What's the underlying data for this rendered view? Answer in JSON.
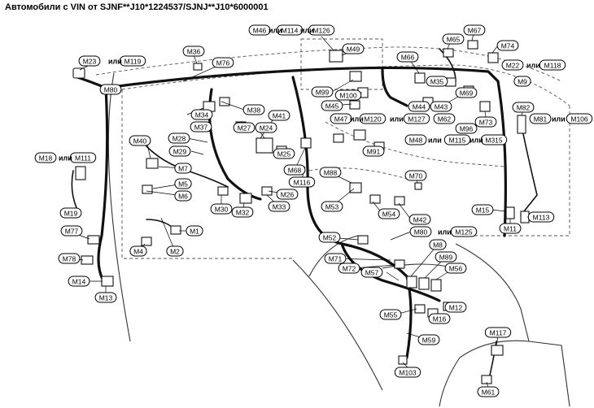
{
  "title": "Автомобили с VIN от SJNF**J10*1224537/SJNJ**J10*6000001",
  "or_word": "или",
  "labels": {
    "M46": "M46",
    "M114": "M114",
    "M126": "M126",
    "M67": "M67",
    "M65": "M65",
    "M74": "M74",
    "M36": "M36",
    "M76": "M76",
    "M23": "M23",
    "M119": "M119",
    "M49": "M49",
    "M66": "M66",
    "M22": "M22",
    "M118": "M118",
    "M35": "M35",
    "M69": "M69",
    "M9": "M9",
    "M80": "M80",
    "M99": "M99",
    "M100": "M100",
    "M45": "M45",
    "M44": "M44",
    "M43": "M43",
    "M38": "M38",
    "M34": "M34",
    "M41": "M41",
    "M37": "M37",
    "M47": "M47",
    "M120": "M120",
    "M127": "M127",
    "M62": "M62",
    "M73": "M73",
    "M82": "M82",
    "M81": "M81",
    "M106": "M106",
    "M27": "M27",
    "M24": "M24",
    "M96": "M96",
    "M28": "M28",
    "M40": "M40",
    "M48": "M48",
    "M115": "M115",
    "M315": "M315",
    "M25": "M25",
    "M29": "M29",
    "M91": "M91",
    "M18": "M18",
    "M111": "M111",
    "M7": "M7",
    "M68": "M68",
    "M88": "M88",
    "M70": "M70",
    "M5": "M5",
    "M116": "M116",
    "M6": "M6",
    "M26": "M26",
    "M30": "M30",
    "M32": "M32",
    "M33": "M33",
    "M53": "M53",
    "M19": "M19",
    "M15": "M15",
    "M113": "M113",
    "M54": "M54",
    "M42": "M42",
    "M11": "M11",
    "M1": "M1",
    "M77": "M77",
    "M80b": "M80",
    "M125": "M125",
    "M52": "M52",
    "M4": "M4",
    "M2": "M2",
    "M8": "M8",
    "M78": "M78",
    "M71": "M71",
    "M89": "M89",
    "M72": "M72",
    "M56": "M56",
    "M57": "M57",
    "M14": "M14",
    "M13": "M13",
    "M12": "M12",
    "M55": "M55",
    "M16": "M16",
    "M117": "M117",
    "M59": "M59",
    "M103": "M103",
    "M61": "M61"
  }
}
